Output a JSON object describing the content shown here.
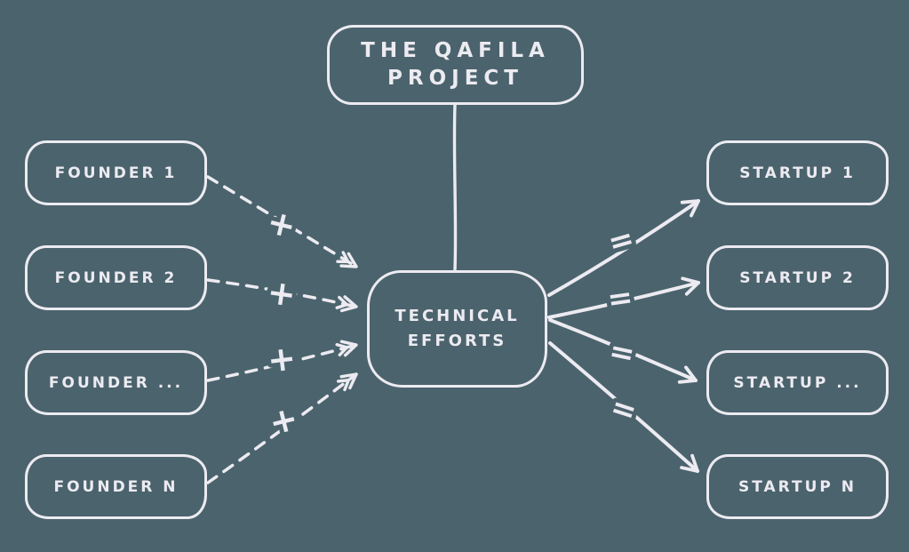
{
  "canvas": {
    "background_color": "#4b636d",
    "ink_color": "#ecebf1"
  },
  "nodes": {
    "title": {
      "line1": "THE QAFILA",
      "line2": "PROJECT"
    },
    "center": {
      "line1": "TECHNICAL",
      "line2": "EFFORTS"
    },
    "founders": [
      {
        "label": "FOUNDER 1"
      },
      {
        "label": "FOUNDER 2"
      },
      {
        "label": "FOUNDER ..."
      },
      {
        "label": "FOUNDER N"
      }
    ],
    "startups": [
      {
        "label": "STARTUP 1"
      },
      {
        "label": "STARTUP 2"
      },
      {
        "label": "STARTUP ..."
      },
      {
        "label": "STARTUP N"
      }
    ]
  },
  "edges": {
    "founder_edge_symbol": "+",
    "startup_edge_symbol": "="
  }
}
